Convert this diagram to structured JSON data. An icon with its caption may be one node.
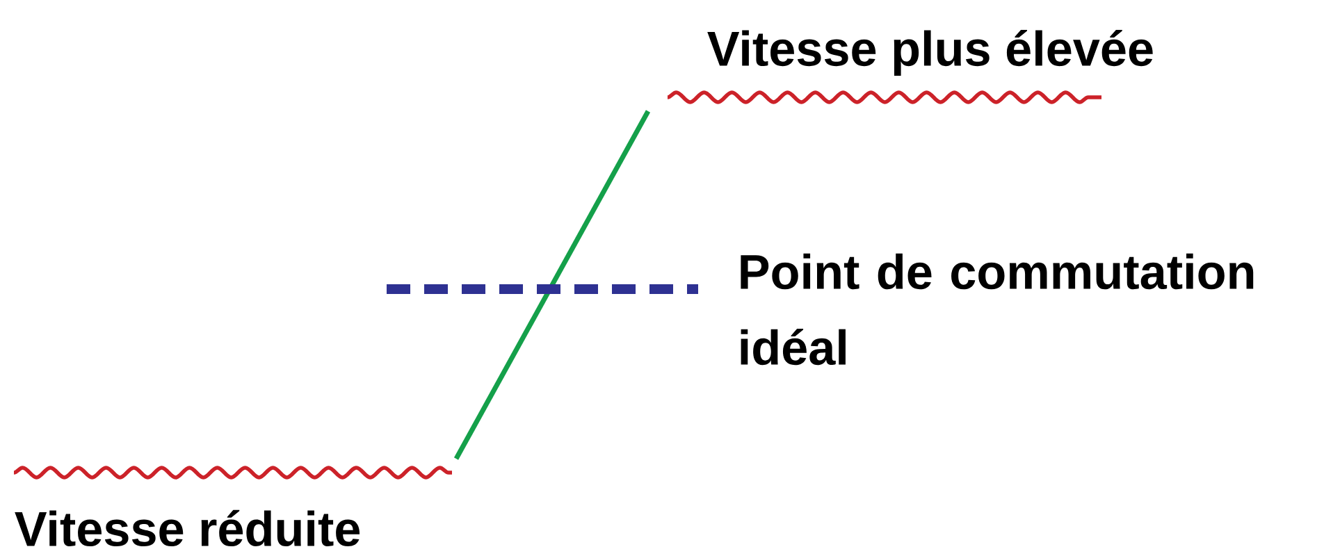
{
  "diagram": {
    "labels": [
      "Vitesse plus élevée",
      "Point de commutation idéal",
      "Vitesse réduite"
    ]
  }
}
